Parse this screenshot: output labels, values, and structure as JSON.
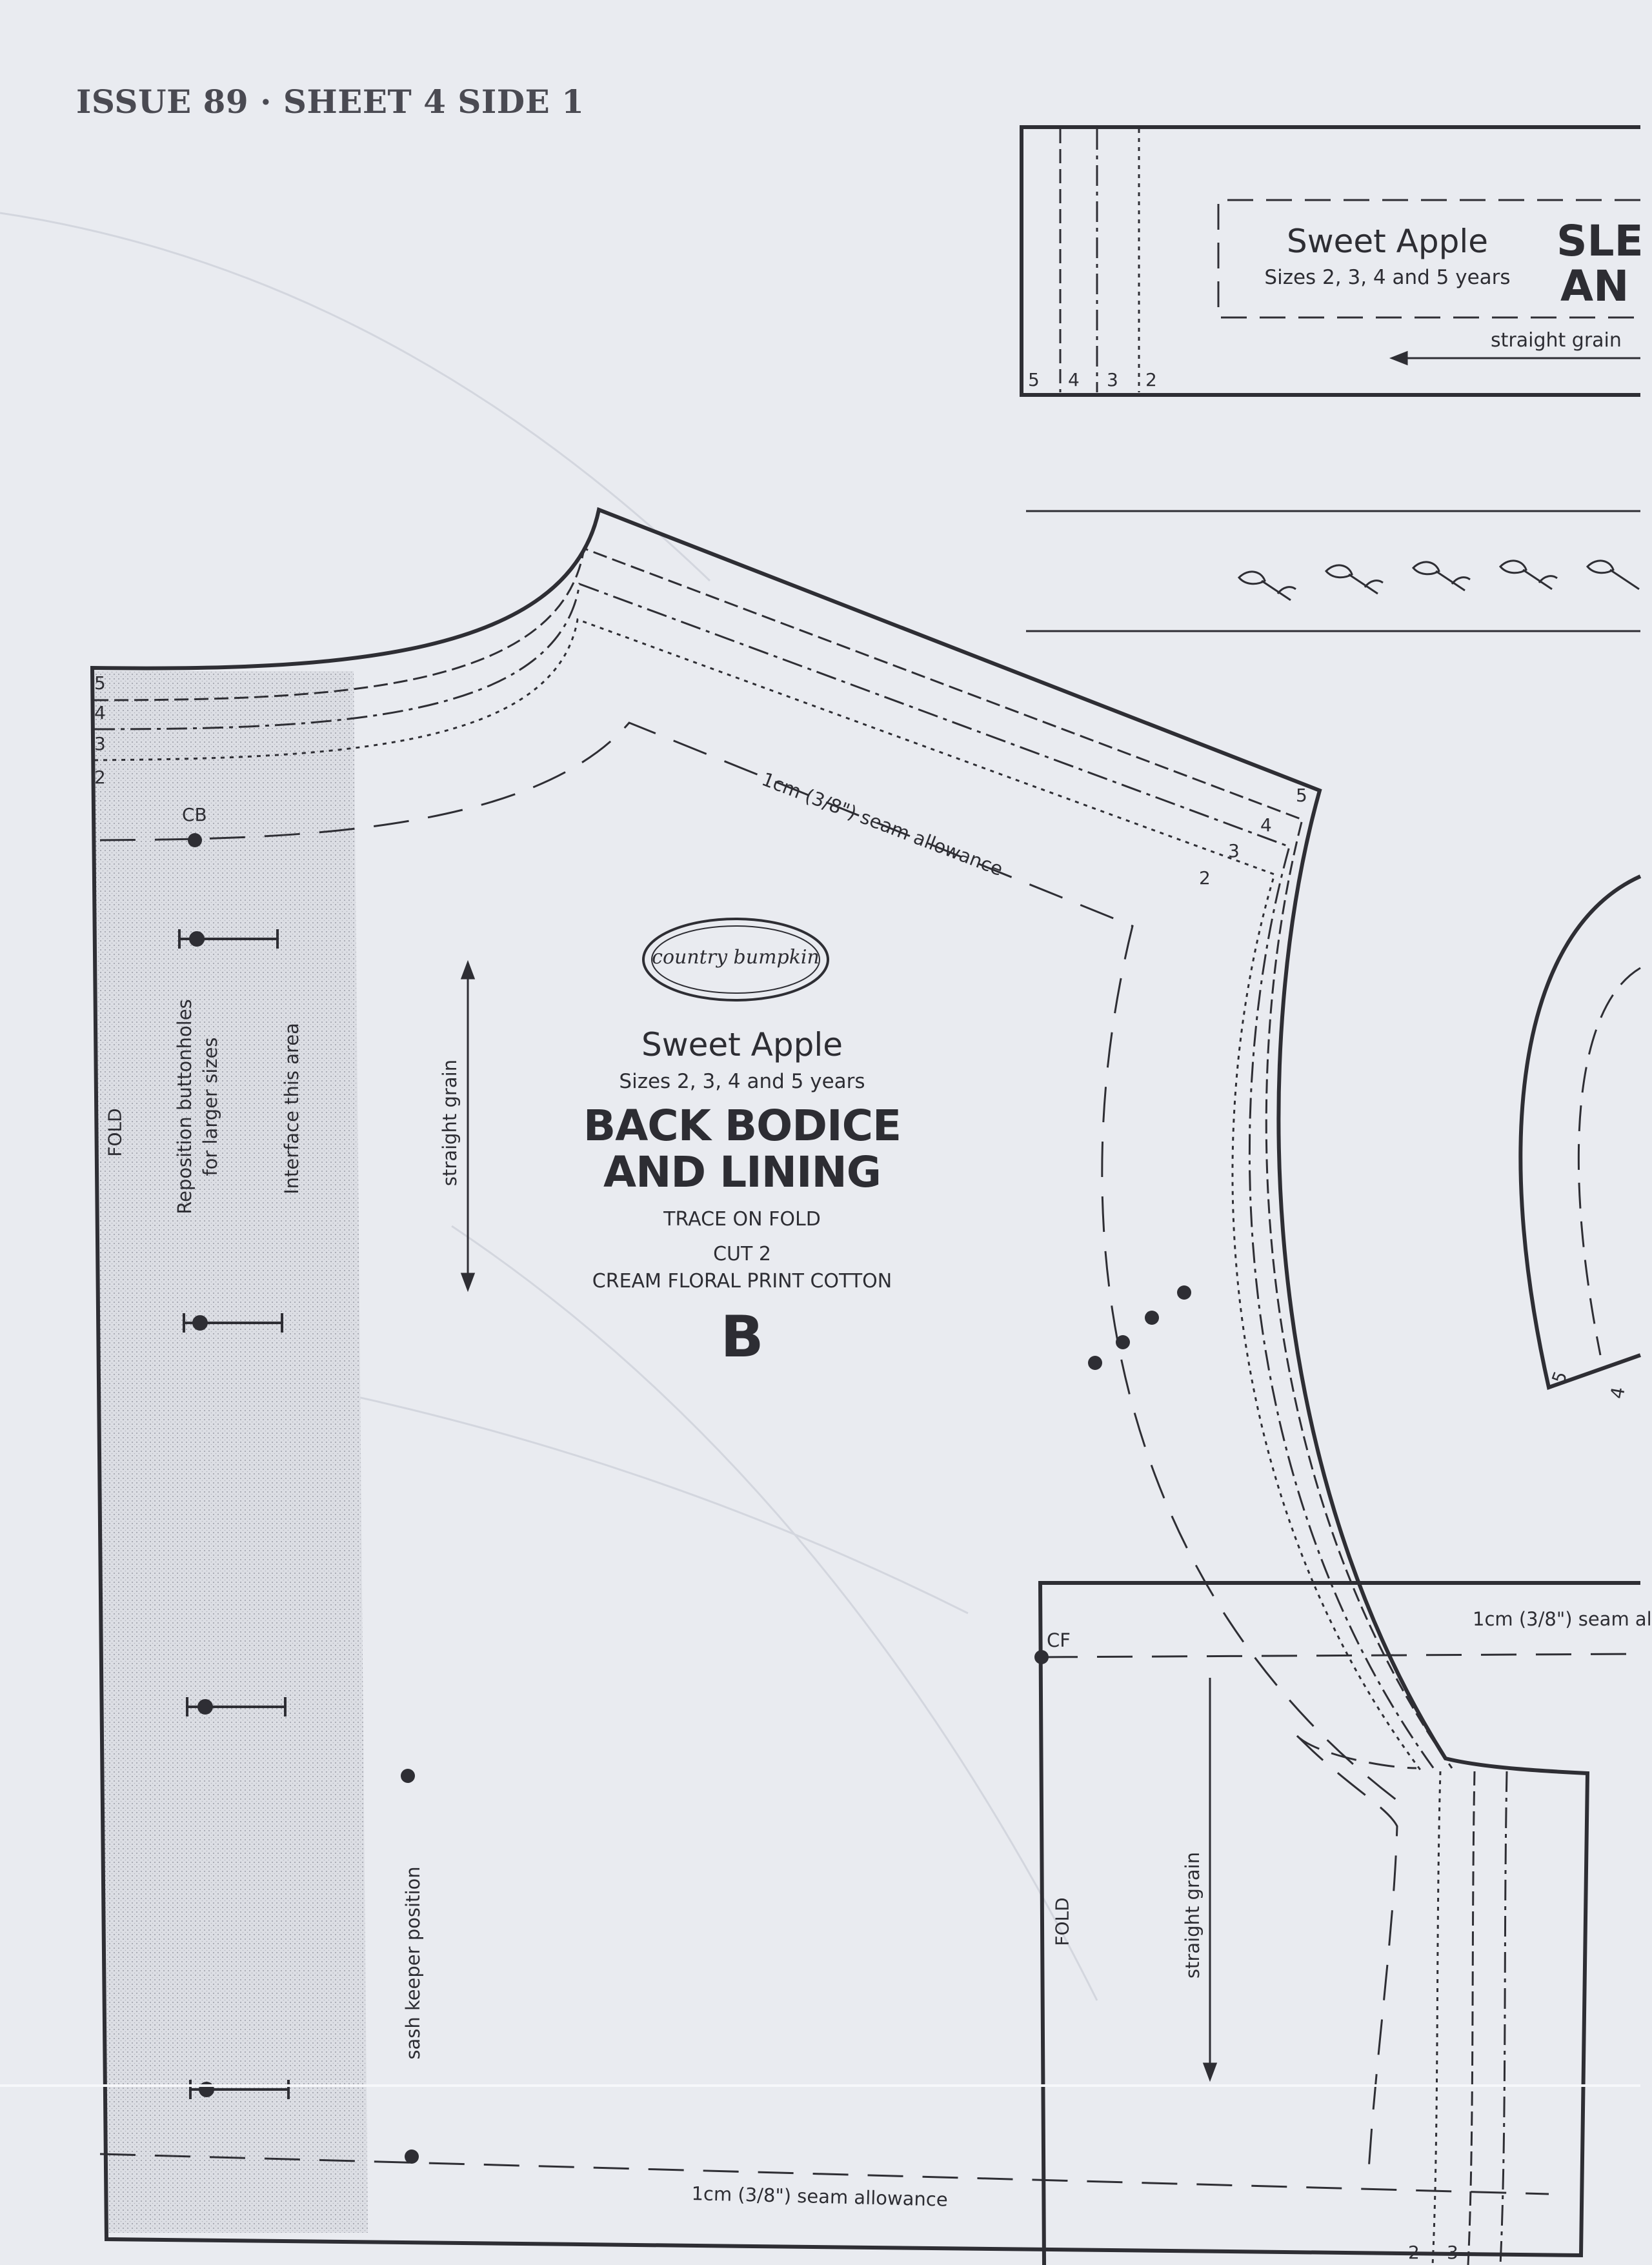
{
  "header": {
    "issue": "ISSUE 89 · SHEET 4 SIDE 1"
  },
  "back_bodice": {
    "brand": "country bumpkin",
    "pattern_name": "Sweet Apple",
    "sizes": "Sizes 2, 3, 4 and 5 years",
    "title_line1": "BACK BODICE",
    "title_line2": "AND LINING",
    "instruction1": "TRACE ON FOLD",
    "instruction2": "CUT 2",
    "instruction3": "CREAM FLORAL PRINT COTTON",
    "piece_letter": "B",
    "seam_allowance_top": "1cm (3/8\") seam allowance",
    "seam_allowance_bottom": "1cm (3/8\") seam allowance",
    "fold_label": "FOLD",
    "cb_label": "CB",
    "grain_label": "straight grain",
    "buttonhole_note_line1": "Reposition buttonholes",
    "buttonhole_note_line2": "for larger sizes",
    "interface_note": "Interface this area",
    "sash_keeper": "sash keeper position",
    "size_marks_left": [
      "5",
      "4",
      "3",
      "2"
    ],
    "size_marks_shoulder": [
      "5",
      "4",
      "3",
      "2"
    ]
  },
  "sleeve_band": {
    "pattern_name": "Sweet Apple",
    "sizes": "Sizes 2, 3, 4 and 5 years",
    "title_line1": "SLE",
    "title_line2": "AN",
    "grain_label": "straight grain",
    "size_marks": [
      "5",
      "4",
      "3",
      "2"
    ]
  },
  "front_piece": {
    "cf_label": "CF",
    "seam_allowance": "1cm (3/8\") seam al",
    "fold_label": "FOLD",
    "grain_label": "straight grain",
    "size_marks": [
      "2",
      "3"
    ]
  },
  "right_piece": {
    "size_marks": [
      "5",
      "4"
    ]
  },
  "colors": {
    "paper": "#e9ebf0",
    "ink": "#2b2b30",
    "interfacing": "#d6d8de"
  }
}
